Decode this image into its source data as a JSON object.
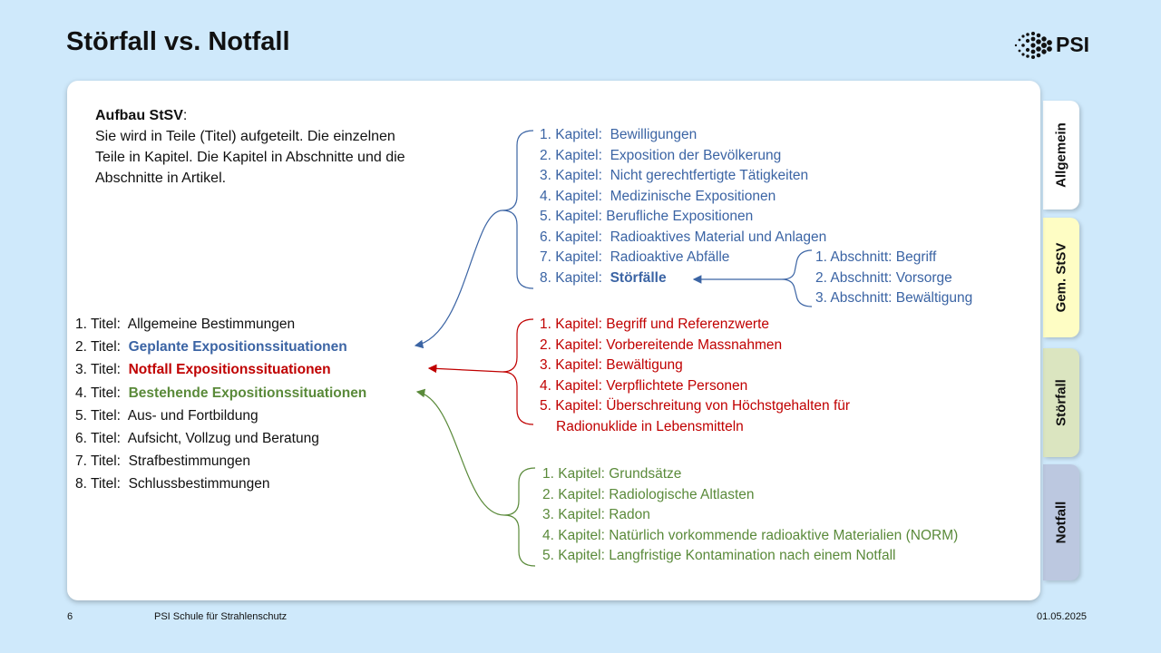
{
  "slide": {
    "title": "Störfall vs. Notfall",
    "logo_text": "PSI"
  },
  "tabs": [
    {
      "label": "Allgemein",
      "color": "#ffffff"
    },
    {
      "label": "Gem. StSV",
      "color": "#fefdc4"
    },
    {
      "label": "Störfall",
      "color": "#dbe5c0"
    },
    {
      "label": "Notfall",
      "color": "#bcc8e0"
    }
  ],
  "intro": {
    "heading": "Aufbau StSV",
    "colon": ":",
    "text": "Sie wird in Teile (Titel) aufgeteilt. Die einzelnen Teile in Kapitel. Die Kapitel in Abschnitte und die Abschnitte in Artikel."
  },
  "titles": [
    {
      "num": "1. Titel:",
      "label": "Allgemeine Bestimmungen"
    },
    {
      "num": "2. Titel:",
      "label": "Geplante Expositionssituationen"
    },
    {
      "num": "3. Titel:",
      "label": "Notfall Expositionssituationen"
    },
    {
      "num": "4. Titel:",
      "label": "Bestehende Expositionssituationen"
    },
    {
      "num": "5. Titel:",
      "label": "Aus- und Fortbildung"
    },
    {
      "num": "6. Titel:",
      "label": "Aufsicht, Vollzug und Beratung"
    },
    {
      "num": "7. Titel:",
      "label": "Strafbestimmungen"
    },
    {
      "num": "8. Titel:",
      "label": "Schlussbestimmungen"
    }
  ],
  "chapters_planned": [
    {
      "num": "1. Kapitel:",
      "label": "Bewilligungen"
    },
    {
      "num": "2. Kapitel:",
      "label": "Exposition der Bevölkerung"
    },
    {
      "num": "3. Kapitel:",
      "label": "Nicht gerechtfertigte Tätigkeiten"
    },
    {
      "num": "4. Kapitel:",
      "label": "Medizinische Expositionen"
    },
    {
      "num": "5. Kapitel:",
      "label": "Berufliche Expositionen"
    },
    {
      "num": "6. Kapitel:",
      "label": "Radioaktives Material und Anlagen"
    },
    {
      "num": "7. Kapitel:",
      "label": "Radioaktive Abfälle"
    },
    {
      "num": "8. Kapitel:",
      "label": "Störfälle"
    }
  ],
  "sections_stoerfaelle": [
    "1. Abschnitt: Begriff",
    "2. Abschnitt: Vorsorge",
    "3. Abschnitt: Bewältigung"
  ],
  "chapters_emergency": [
    "1. Kapitel: Begriff und Referenzwerte",
    "2. Kapitel: Vorbereitende Massnahmen",
    "3. Kapitel: Bewältigung",
    "4. Kapitel: Verpflichtete Personen",
    "5. Kapitel: Überschreitung von Höchstgehalten für",
    "Radionuklide in Lebensmitteln"
  ],
  "chapters_existing": [
    "1. Kapitel: Grundsätze",
    "2. Kapitel: Radiologische Altlasten",
    "3. Kapitel: Radon",
    "4. Kapitel: Natürlich vorkommende radioaktive Materialien (NORM)",
    "5. Kapitel: Langfristige Kontamination nach einem Notfall"
  ],
  "footer": {
    "page": "6",
    "org": "PSI Schule für Strahlenschutz",
    "date": "01.05.2025"
  },
  "colors": {
    "planned": "#3b64a4",
    "emergency": "#c00000",
    "existing": "#5a8a3a"
  }
}
